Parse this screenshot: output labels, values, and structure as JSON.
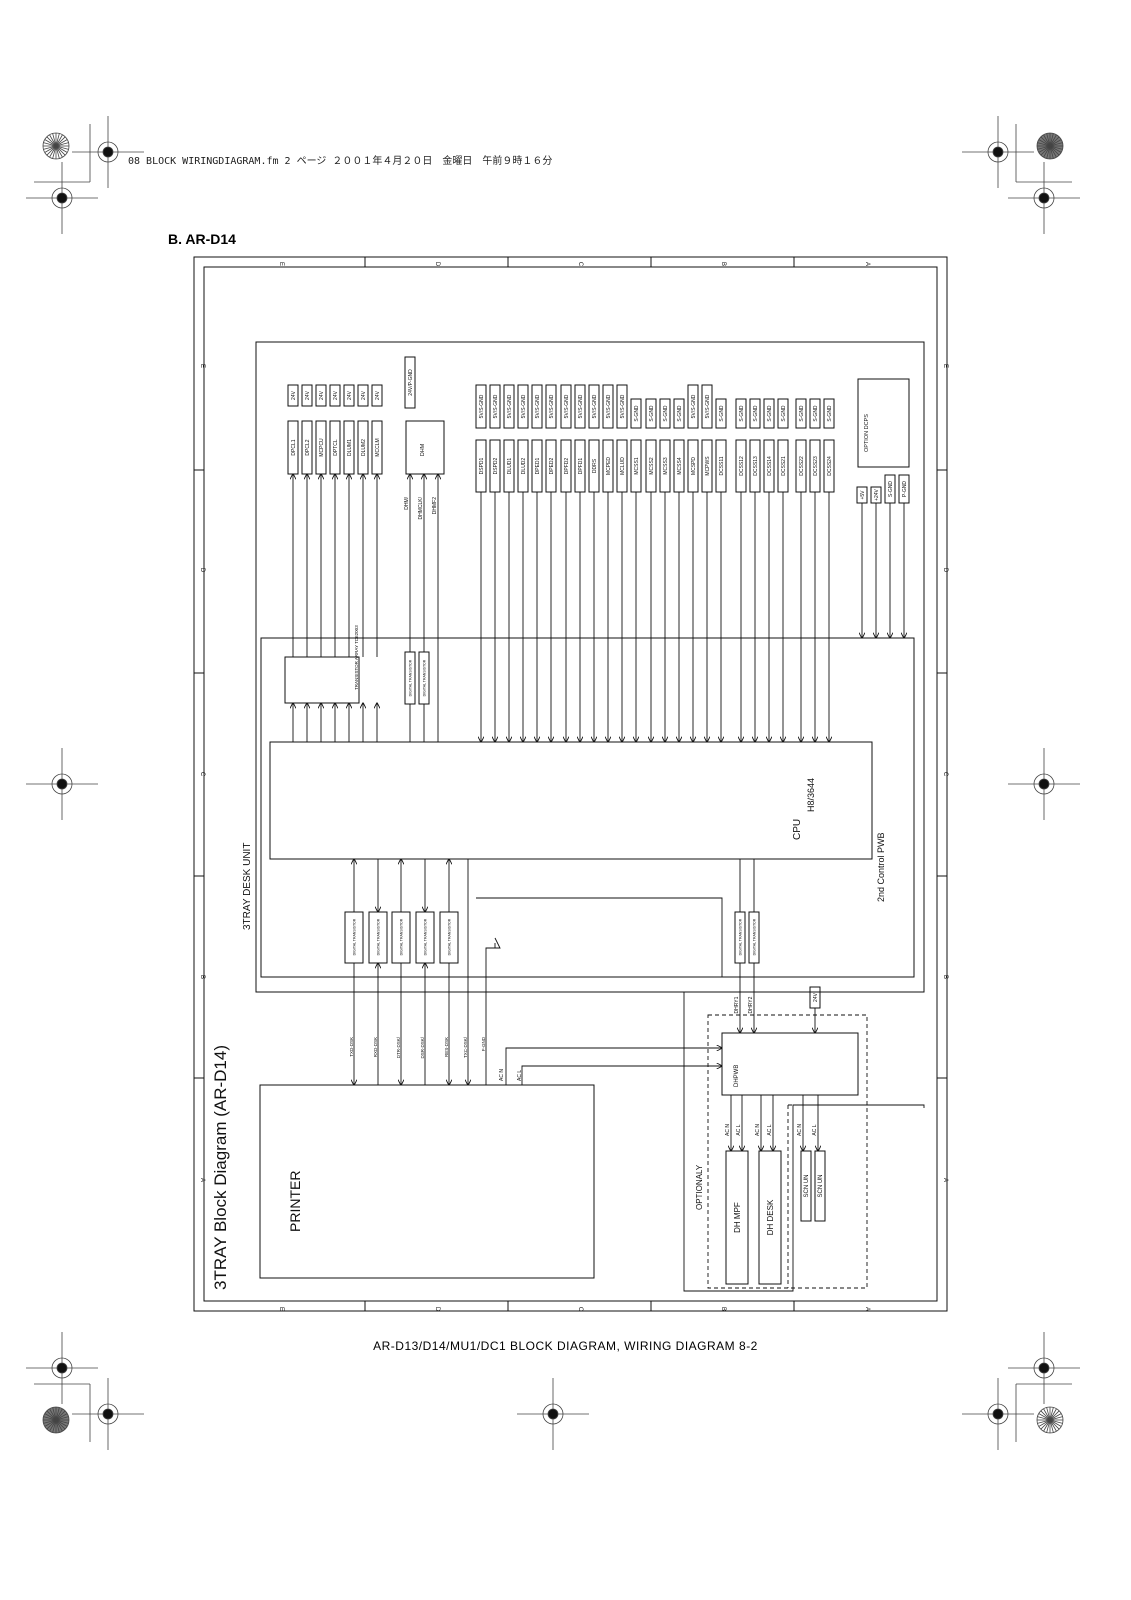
{
  "header": {
    "file_line": "08 BLOCK WIRINGDIAGRAM.fm  2 ページ  ２００１年４月２０日　金曜日　午前９時１６分"
  },
  "section_title": "B. AR-D14",
  "footer": "AR-D13/D14/MU1/DC1 BLOCK DIAGRAM, WIRING DIAGRAM 8-2",
  "diagram": {
    "title": "3TRAY Block Diagram (AR-D14)",
    "unit_label": "3TRAY DESK UNIT",
    "pwb_label": "2nd Control PWB",
    "cpu_label": "CPU",
    "cpu_model": "H8/3644",
    "printer_label": "PRINTER",
    "option_label": "OPTIONALY",
    "dhpwb_label": "DHPWB",
    "option_dcps": "OPTION DCPS",
    "transistor_array": "TRANSISTOR ARRAY TD62003",
    "digital_transistor": "DIGITAL TRANSISTOR",
    "grid_letters": [
      "E",
      "D",
      "C",
      "B",
      "A"
    ],
    "power_24v": "24V",
    "motor_power": "24V/P-GND",
    "dhm": "DHM",
    "left_outputs": [
      "DPCL1",
      "DPCL2",
      "MCPCU",
      "DPTCL",
      "DLUM1",
      "DLUM2",
      "MCCLM"
    ],
    "dhm_signals": [
      "DHM/",
      "DHMCLK/",
      "DHMF2"
    ],
    "sensor_power_a": "5V/S-GND",
    "sensor_power_b": "S-GND",
    "sensors": [
      {
        "name": "DSPD1",
        "power": "5V/S-GND"
      },
      {
        "name": "DSPD2",
        "power": "5V/S-GND"
      },
      {
        "name": "DLUD1",
        "power": "5V/S-GND"
      },
      {
        "name": "DLUD2",
        "power": "5V/S-GND"
      },
      {
        "name": "DPED1",
        "power": "5V/S-GND"
      },
      {
        "name": "DPED2",
        "power": "5V/S-GND"
      },
      {
        "name": "DPFD2",
        "power": "5V/S-GND"
      },
      {
        "name": "DPFD1",
        "power": "5V/S-GND"
      },
      {
        "name": "DDRS",
        "power": "5V/S-GND"
      },
      {
        "name": "MCPED",
        "power": "5V/S-GND"
      },
      {
        "name": "MCLUD",
        "power": "5V/S-GND"
      },
      {
        "name": "MCSS1",
        "power": "S-GND"
      },
      {
        "name": "MCSS2",
        "power": "S-GND"
      },
      {
        "name": "MCSS3",
        "power": "S-GND"
      },
      {
        "name": "MCSS4",
        "power": "S-GND"
      },
      {
        "name": "MCSPD",
        "power": "5V/S-GND"
      },
      {
        "name": "MCPWS",
        "power": "5V/S-GND"
      },
      {
        "name": "DCSS11",
        "power": "S-GND"
      },
      {
        "name": "DCSS12",
        "power": "S-GND"
      },
      {
        "name": "DCSS13",
        "power": "S-GND"
      },
      {
        "name": "DCSS14",
        "power": "S-GND"
      },
      {
        "name": "DCSS21",
        "power": "S-GND"
      },
      {
        "name": "DCSS22",
        "power": "S-GND"
      },
      {
        "name": "DCSS23",
        "power": "S-GND"
      },
      {
        "name": "DCSS24",
        "power": "S-GND"
      }
    ],
    "dcps_outputs": [
      "+5V",
      "+24V",
      "S-GND",
      "P-GND"
    ],
    "printer_signals": [
      "TXD-DSK",
      "RXD-DSK",
      "DTR-DSK/",
      "DSR-DSK/",
      "RES-DSK",
      "TXC-DSK/",
      "F-GND"
    ],
    "acn": "AC N",
    "acl": "AC L",
    "dhry": [
      "DHRY1",
      "DHRY2"
    ],
    "dh_mpf": "DH MPF",
    "dh_desk": "DH DESK",
    "scnun": "SCN UN"
  }
}
